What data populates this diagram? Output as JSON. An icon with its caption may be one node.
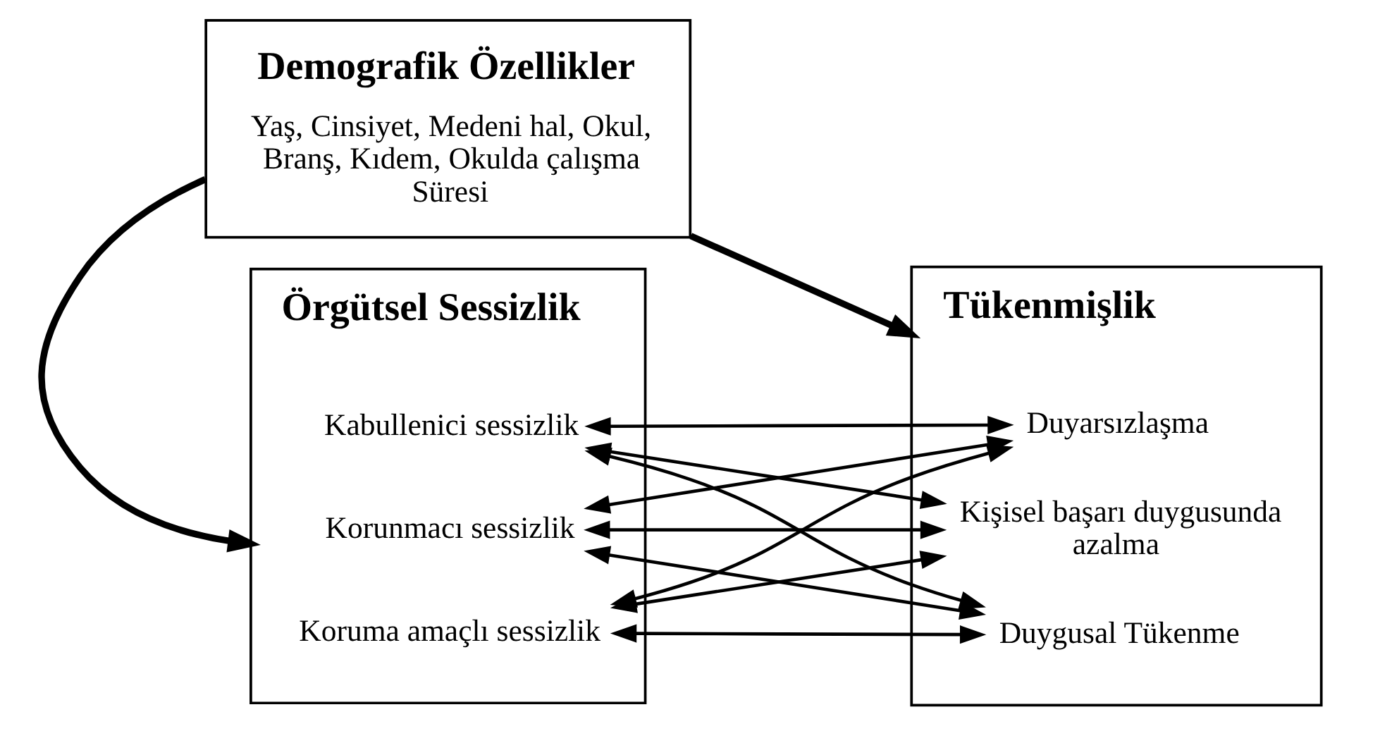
{
  "diagram": {
    "nodes": [
      {
        "text": [
          "Demografik Özellikler",
          "Yaş, Cinsiyet, Medeni hal, Okul, Branş, Kıdem, Okulda çalışma Süresi"
        ]
      },
      {
        "text": [
          "Örgütsel Sessizlik"
        ]
      },
      {
        "text": [
          "Kabullenici sessizlik"
        ],
        "in": 1
      },
      {
        "text": [
          "Korunmacı sessizlik"
        ],
        "in": 1
      },
      {
        "text": [
          "Koruma amaçlı sessizlik"
        ],
        "in": 1
      },
      {
        "text": [
          "Tükenmişlik"
        ]
      },
      {
        "text": [
          "Duygusal Tükenme"
        ],
        "in": 5
      },
      {
        "text": [
          "Duyarsızlaşma"
        ],
        "in": 5
      },
      {
        "text": [
          "Kişisel başarı duygusunda azalma"
        ],
        "in": 5
      }
    ],
    "edges": [
      {
        "from": 0,
        "to": 1,
        "arrow": "to",
        "style": "thick"
      },
      {
        "from": 0,
        "to": 5,
        "arrow": "to",
        "style": "thick"
      },
      {
        "from": 2,
        "to": 6,
        "arrow": "both"
      },
      {
        "from": 2,
        "to": 7,
        "arrow": "both"
      },
      {
        "from": 2,
        "to": 8,
        "arrow": "both"
      },
      {
        "from": 3,
        "to": 6,
        "arrow": "both"
      },
      {
        "from": 3,
        "to": 7,
        "arrow": "both"
      },
      {
        "from": 3,
        "to": 8,
        "arrow": "both"
      },
      {
        "from": 4,
        "to": 6,
        "arrow": "both"
      },
      {
        "from": 4,
        "to": 7,
        "arrow": "both"
      },
      {
        "from": 4,
        "to": 8,
        "arrow": "both"
      }
    ]
  }
}
